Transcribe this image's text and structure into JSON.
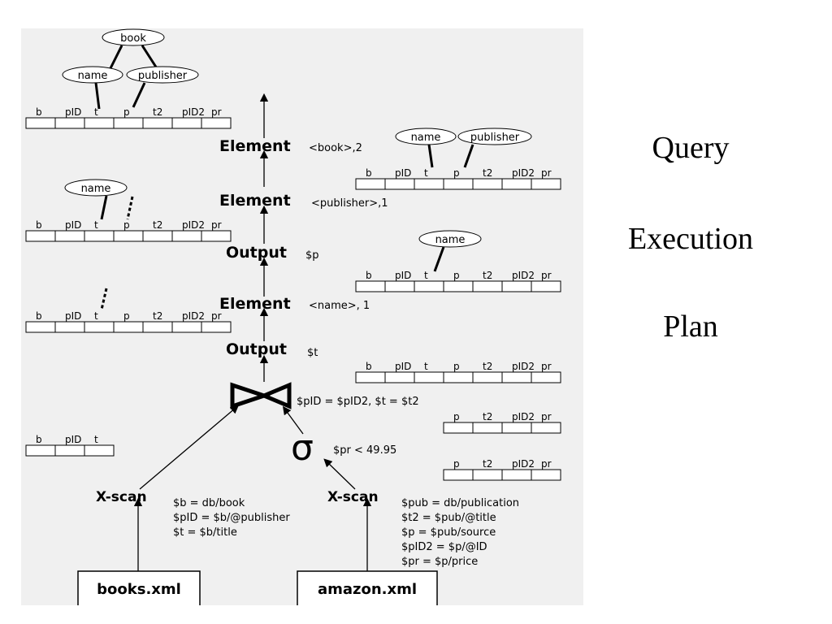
{
  "title": {
    "line1": "Query",
    "line2": "Execution",
    "line3": "Plan"
  },
  "tuple_columns": [
    "b",
    "pID",
    "t",
    "p",
    "t2",
    "pID2",
    "pr"
  ],
  "tuple_columns_bpidt": [
    "b",
    "pID",
    "t"
  ],
  "tuple_columns_right": [
    "p",
    "t2",
    "pID2",
    "pr"
  ],
  "nodes": {
    "book": "book",
    "name": "name",
    "publisher": "publisher"
  },
  "operators": {
    "element_book": {
      "name": "Element",
      "arg": "<book>,2"
    },
    "element_publisher": {
      "name": "Element",
      "arg": "<publisher>,1"
    },
    "output_p": {
      "name": "Output",
      "arg": "$p"
    },
    "element_name": {
      "name": "Element",
      "arg": "<name>, 1"
    },
    "output_t": {
      "name": "Output",
      "arg": "$t"
    },
    "join": {
      "condition": "$pID = $pID2, $t = $t2"
    },
    "select": {
      "symbol": "σ",
      "condition": "$pr < 49.95"
    },
    "xscan_left": {
      "name": "X-scan",
      "bindings": [
        "$b = db/book",
        "$pID = $b/@publisher",
        "$t = $b/title"
      ]
    },
    "xscan_right": {
      "name": "X-scan",
      "bindings": [
        "$pub = db/publication",
        "$t2 = $pub/@title",
        "$p = $pub/source",
        "$pID2 = $p/@ID",
        "$pr = $p/price"
      ]
    }
  },
  "sources": {
    "left": "books.xml",
    "right": "amazon.xml"
  }
}
